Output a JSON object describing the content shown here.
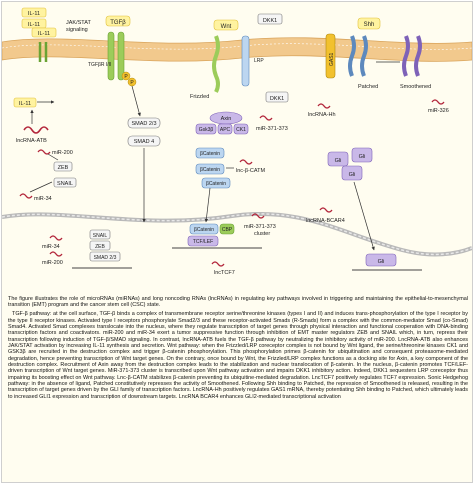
{
  "colors": {
    "membrane": "#f2c98d",
    "membrane_line": "#d9a45b",
    "receptor_green": "#9ccc5a",
    "receptor_dark": "#6aa334",
    "ligand": "#fff3a0",
    "ligand_border": "#e1c13a",
    "box": "#f5f5f5",
    "box_border": "#777777",
    "purple": "#c9b8e8",
    "purple_dark": "#7e62b8",
    "blue": "#bcd6f0",
    "blue_dark": "#5d89bd",
    "phospho": "#f2c12e",
    "rna": "#b3263b",
    "nucleus": "#b9b9b9",
    "caption_bg": "#fffdf0"
  },
  "labels": {
    "il11_a": "IL-11",
    "il11_b": "IL-11",
    "il11_c": "IL-11",
    "il11_d": "IL-11",
    "jakstat": "JAK/STAT\nsignaling",
    "tgfb": "TGFβ",
    "tgfb_r": "TGFβR I/II",
    "p": "P",
    "lncrna_atb": "lncRNA-ATB",
    "mir200": "miR-200",
    "zeb": "ZEB",
    "snail": "SNAIL",
    "mir34_a": "miR-34",
    "snai_box": "SNAIL",
    "zeb_box": "ZEB",
    "smad23_box": "SMAD 2/3",
    "mir34_b": "miR-34",
    "mir200_b": "miR-200",
    "smad23": "SMAD 2/3",
    "smad4": "SMAD 4",
    "wnt": "Wnt",
    "dkk1_top": "DKK1",
    "lrp": "LRP",
    "frizzled": "Frizzled",
    "dkk1_mid": "DKK1",
    "axin": "Axin",
    "gsk3b": "Gsk3β",
    "apc": "APC",
    "ck1": "CK1",
    "bcatenin_a": "βCatenin",
    "bcatenin_b": "βCatenin",
    "bcatenin_c": "βCatenin",
    "bcatenin_d": "βCatenin",
    "lncbcatm": "lnc-β-CATM",
    "mir371": "miR-371-373",
    "mir371_b": "miR-371-373\ncluster",
    "cbp": "CBP",
    "tcf": "TCF/LEF",
    "lnctcf7": "lncTCF7",
    "shh": "Shh",
    "gas1": "GAS1",
    "patched": "Patched",
    "smoothened": "Smoothened",
    "lncrna_hh": "lncRNA-Hh",
    "mir326": "miR-326",
    "gli_a": "Gli",
    "gli_b": "Gli",
    "gli_c": "Gli",
    "gli_d": "Gli",
    "lncrna_bcar4": "lncRNA-BCAR4"
  },
  "caption": {
    "intro": "The figure illustrates the role of microRNAs (miRNAs) and long noncoding RNAs (lncRNAs) in regulating key pathways involved in triggering and maintaining the epithelial-to-mesenchymal transition (EMT) program and the cancer stem cell (CSC) state.",
    "body": "TGF-β pathway: at the cell surface, TGF-β binds a complex of transmembrane receptor serine/threonine kinases (types I and II) and induces trans-phosphorylation of the type I receptor by the type II receptor kinases. Activated type I receptors phosphorylate Smad2/3 and these receptor-activated Smads (R-Smads) form a complex with the common-mediator Smad (co-Smad) Smad4. Activated Smad complexes translocate into the nucleus, where they regulate transcription of target genes through physical interaction and functional cooperation with DNA-binding transcription factors and coactivators. miR-200 and miR-34 exert a tumor suppressive function through inhibition of EMT master regulators ZEB and SNAIL which, in turn, repress their transcription following induction of TGF-β/SMAD signaling. In contrast, lncRNA-ATB fuels the TGF-β pathway by neutralizing the inhibitory activity of miR-200. LncRNA-ATB also enhances JAK/STAT activation by increasing IL-11 synthesis and secretion. Wnt pathway: when the Frizzled/LRP coreceptor complex is not bound by Wnt ligand, the serine/threonine kinases CK1 and GSK3β are recruited in the destruction complex and trigger β-catenin phosphorylation. This phosphorylation primes β-catenin for ubiquitination and consequent proteasome-mediated degradation, hence preventing transcription of Wnt target genes. On the contrary, once bound by Wnt, the Frizzled/LRP complex functions as a docking site for Axin, a key component of the destruction complex. Recruitment of Axin away from the destruction complex leads to the stabilization and nuclear translocation of β-catenin. In the nucleus, β-catenin promotes TCF/LEF-driven transcription of Wnt target genes. MiR-371-373 cluster is transcribed upon Wnt pathway activation and impairs DKK1 inhibitory action. Indeed, DKK1 sequesters LRP coreceptor thus impairing its boosting effect on Wnt pathway. Lnc-β-CATM stabilizes β-catenin preventing its ubiquitine-mediated degradation. LncTCF7 positively regulates TCF7 expression. Sonic Hedgehog pathway: in the absence of ligand, Patched constitutively represses the activity of Smoothened. Following Shh binding to Patched, the repression of Smoothened is released, resulting in the transcription of target genes driven by the GLI family of transcription factors. LncRNA-Hh positively regulates GAS1 mRNA, thereby potentiating Shh binding to Patched, which ultimately leads to increased GLI1 expression and transcription of downstream targets. LncRNA BCAR4 enhances GLI2-mediated transcriptional activation"
  }
}
